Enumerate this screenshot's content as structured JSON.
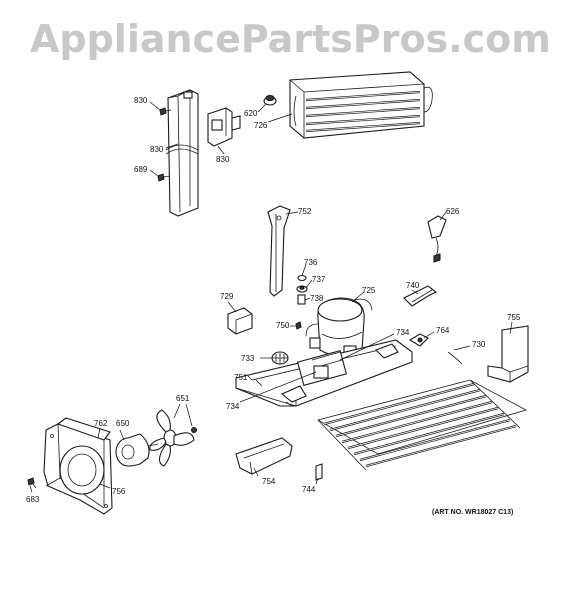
{
  "watermark": "AppliancePartsPros.com",
  "art_number": "(ART NO. WR18027 C13)",
  "parts": [
    {
      "id": "p830a",
      "label": "830"
    },
    {
      "id": "p830b",
      "label": "830"
    },
    {
      "id": "p830c",
      "label": "830"
    },
    {
      "id": "p689",
      "label": "689"
    },
    {
      "id": "p620",
      "label": "620"
    },
    {
      "id": "p726",
      "label": "726"
    },
    {
      "id": "p752",
      "label": "752"
    },
    {
      "id": "p626",
      "label": "626"
    },
    {
      "id": "p736",
      "label": "736"
    },
    {
      "id": "p737",
      "label": "737"
    },
    {
      "id": "p738",
      "label": "738"
    },
    {
      "id": "p725",
      "label": "725"
    },
    {
      "id": "p740",
      "label": "740"
    },
    {
      "id": "p729",
      "label": "729"
    },
    {
      "id": "p750",
      "label": "750"
    },
    {
      "id": "p734a",
      "label": "734"
    },
    {
      "id": "p764",
      "label": "764"
    },
    {
      "id": "p755",
      "label": "755"
    },
    {
      "id": "p730",
      "label": "730"
    },
    {
      "id": "p733",
      "label": "733"
    },
    {
      "id": "p751",
      "label": "751"
    },
    {
      "id": "p734b",
      "label": "734"
    },
    {
      "id": "p651",
      "label": "651"
    },
    {
      "id": "p762",
      "label": "762"
    },
    {
      "id": "p650",
      "label": "650"
    },
    {
      "id": "p683",
      "label": "683"
    },
    {
      "id": "p756",
      "label": "756"
    },
    {
      "id": "p754",
      "label": "754"
    },
    {
      "id": "p744",
      "label": "744"
    }
  ]
}
